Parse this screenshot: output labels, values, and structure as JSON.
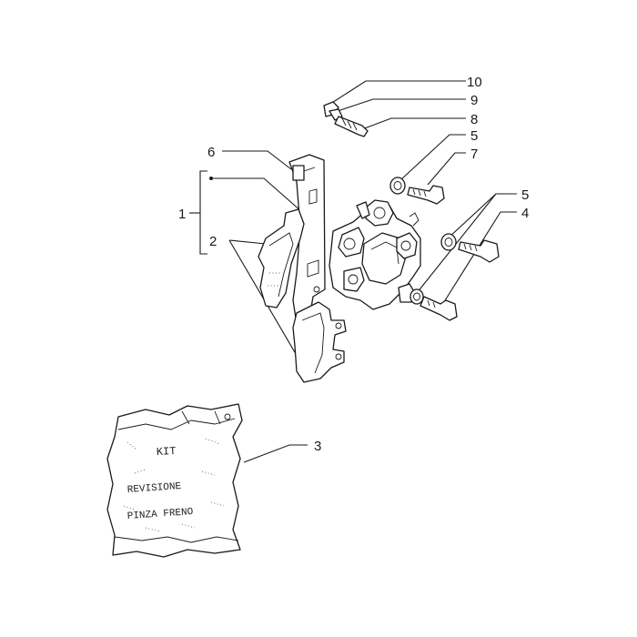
{
  "diagram": {
    "callouts": [
      "10",
      "9",
      "8",
      "5",
      "7",
      "6",
      "1",
      "2",
      "5",
      "4",
      "3"
    ],
    "kit_label": {
      "line1": "KIT",
      "line2": "REVISIONE",
      "line3": "PINZA FRENO"
    }
  }
}
